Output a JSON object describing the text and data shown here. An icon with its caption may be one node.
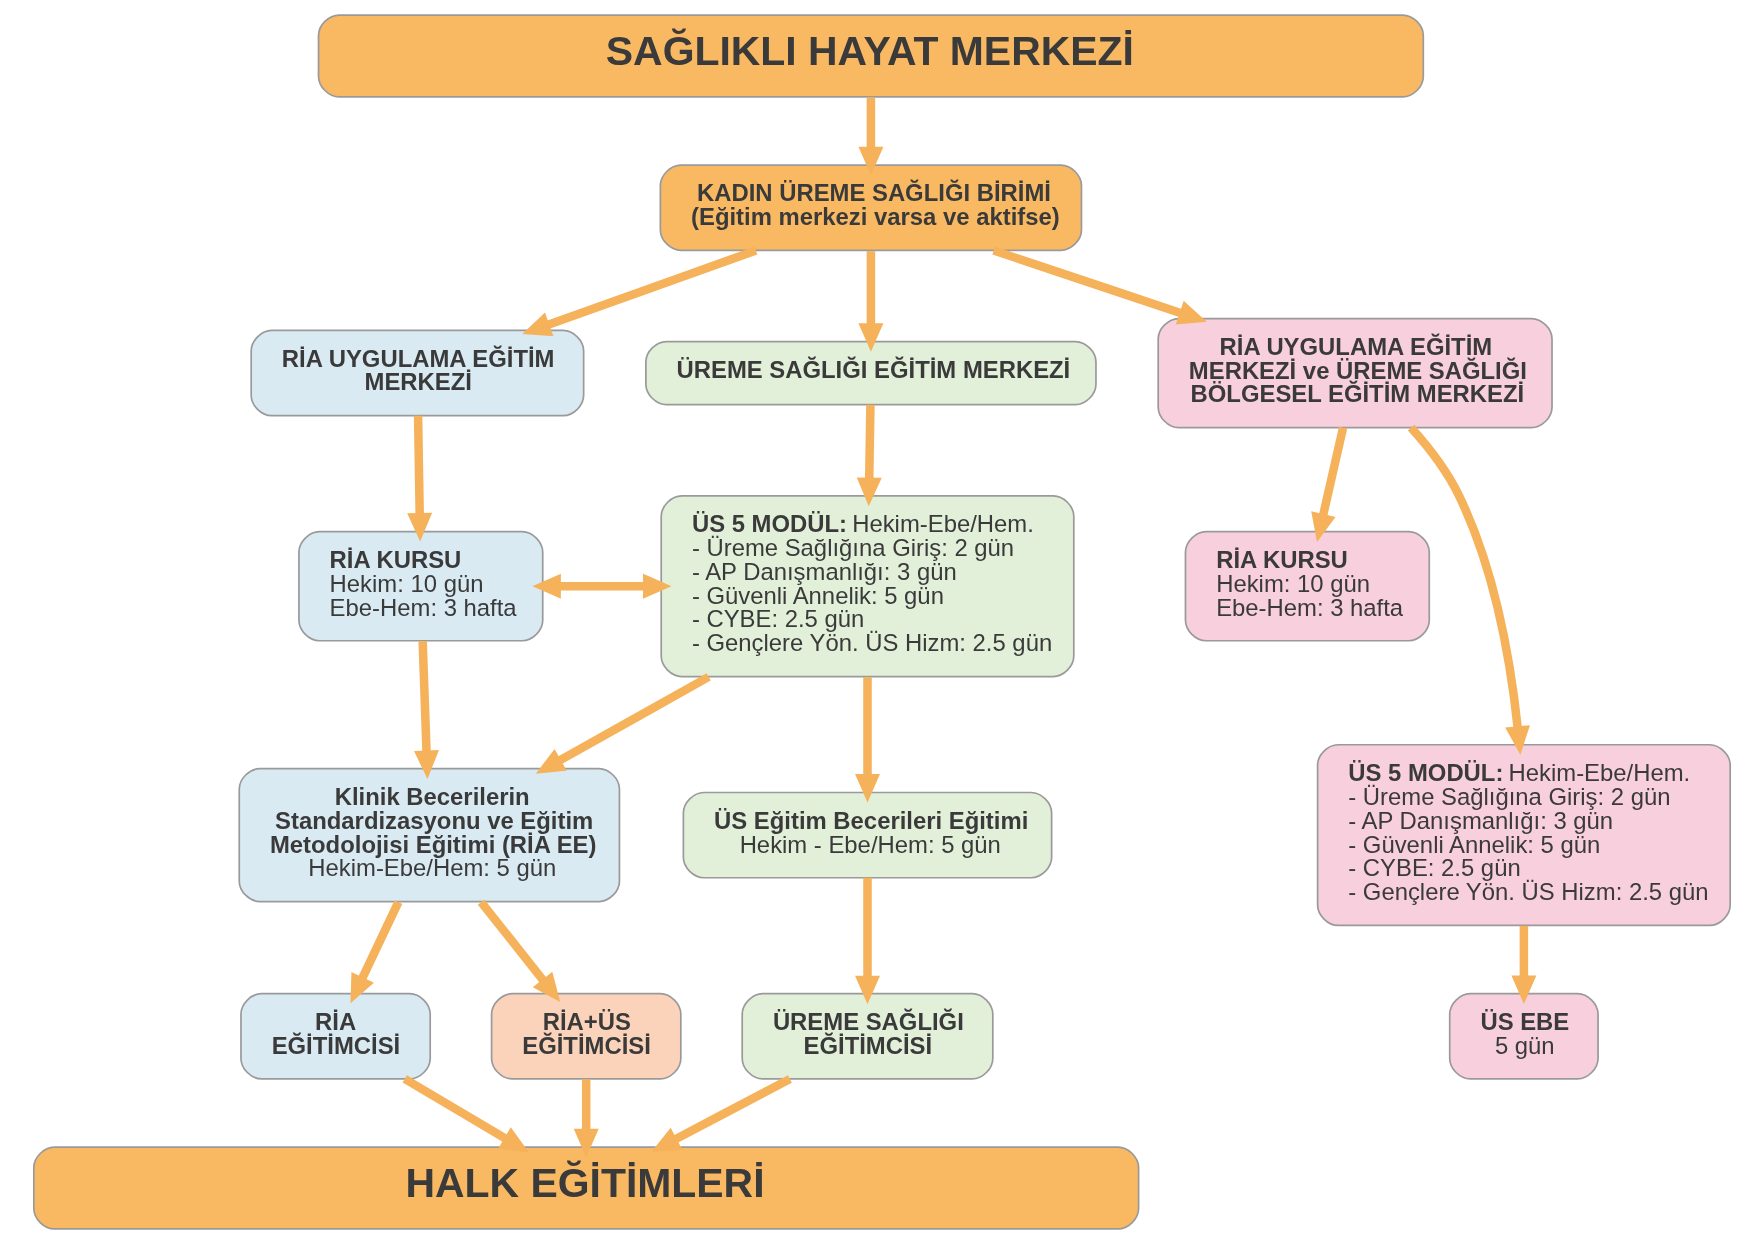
{
  "diagram": {
    "nodes": [
      {
        "text": [
          "SAĞLIKLI HAYAT MERKEZİ"
        ]
      },
      {
        "text": [
          "KADIN ÜREME SAĞLIĞI BİRİMİ",
          "(Eğitim merkezi varsa ve aktifse)"
        ]
      },
      {
        "text": [
          "RİA UYGULAMA EĞİTİM MERKEZİ"
        ]
      },
      {
        "text": [
          "ÜREME SAĞLIĞI EĞİTİM MERKEZİ"
        ]
      },
      {
        "text": [
          "RİA UYGULAMA EĞİTİM MERKEZİ ve ÜREME SAĞLIĞI BÖLGESEL EĞİTİM MERKEZİ"
        ]
      },
      {
        "text": [
          "RİA KURSU",
          "Hekim: 10 gün",
          "Ebe-Hem: 3 hafta"
        ]
      },
      {
        "text": [
          "**ÜS 5 MODÜL:** Hekim-Ebe/Hem.",
          "- Üreme Sağlığına Giriş: 2 gün",
          "- AP Danışmanlığı: 3 gün",
          "- Güvenli Annelik: 5 gün",
          "- CYBE: 2.5 gün",
          "- Gençlere Yön. ÜS Hizm: 2.5 gün"
        ]
      },
      {
        "text": [
          "RİA KURSU",
          "Hekim: 10 gün",
          "Ebe-Hem: 3 hafta"
        ]
      },
      {
        "text": [
          "Klinik Becerilerin Standardizasyonu ve Eğitim Metodolojisi Eğitimi (RİA EE)",
          "Hekim-Ebe/Hem: 5 gün"
        ]
      },
      {
        "text": [
          "ÜS Eğitim Becerileri Eğitimi",
          "Hekim - Ebe/Hem: 5 gün"
        ]
      },
      {
        "text": [
          "**ÜS 5 MODÜL:** Hekim-Ebe/Hem.",
          "- Üreme Sağlığına Giriş: 2 gün",
          "- AP Danışmanlığı: 3 gün",
          "- Güvenli Annelik: 5 gün",
          "- CYBE: 2.5 gün",
          "- Gençlere Yön. ÜS Hizm: 2.5 gün"
        ]
      },
      {
        "text": [
          "RİA EĞİTİMCİSİ"
        ]
      },
      {
        "text": [
          "RİA+ÜS EĞİTİMCİSİ"
        ]
      },
      {
        "text": [
          "ÜREME SAĞLIĞI EĞİTİMCİSİ"
        ]
      },
      {
        "text": [
          "ÜS EBE",
          "5 gün"
        ]
      },
      {
        "text": [
          "HALK EĞİTİMLERİ"
        ]
      }
    ],
    "edges": [
      {
        "from": 0,
        "to": 1,
        "arrow": "to"
      },
      {
        "from": 1,
        "to": 2,
        "arrow": "to"
      },
      {
        "from": 1,
        "to": 3,
        "arrow": "to"
      },
      {
        "from": 1,
        "to": 4,
        "arrow": "to"
      },
      {
        "from": 2,
        "to": 5,
        "arrow": "to"
      },
      {
        "from": 5,
        "to": 6,
        "arrow": "both"
      },
      {
        "from": 3,
        "to": 6,
        "arrow": "to"
      },
      {
        "from": 4,
        "to": 7,
        "arrow": "to"
      },
      {
        "from": 4,
        "to": 10,
        "arrow": "to"
      },
      {
        "from": 5,
        "to": 8,
        "arrow": "to"
      },
      {
        "from": 6,
        "to": 8,
        "arrow": "to"
      },
      {
        "from": 6,
        "to": 9,
        "arrow": "to"
      },
      {
        "from": 10,
        "to": 14,
        "arrow": "to"
      },
      {
        "from": 8,
        "to": 11,
        "arrow": "to"
      },
      {
        "from": 8,
        "to": 12,
        "arrow": "to"
      },
      {
        "from": 9,
        "to": 13,
        "arrow": "to"
      },
      {
        "from": 11,
        "to": 15,
        "arrow": "to"
      },
      {
        "from": 12,
        "to": 15,
        "arrow": "to"
      },
      {
        "from": 13,
        "to": 15,
        "arrow": "to"
      }
    ]
  }
}
